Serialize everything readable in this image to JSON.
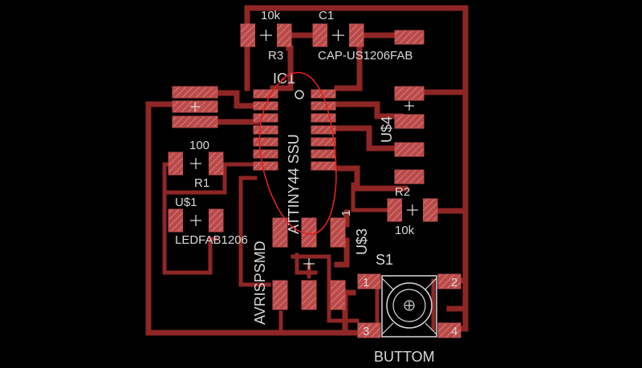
{
  "labels": {
    "r3_value": "10k",
    "r3_name": "R3",
    "c1_name": "C1",
    "c1_package": "CAP-US1206FAB",
    "ic1_name": "IC1",
    "ic1_part": "ATTINY44 SSU",
    "r1_value": "100",
    "r1_name": "R1",
    "led_name": "U$1",
    "led_package": "LEDFAB1206",
    "u4_name": "U$4",
    "r2_name": "R2",
    "r2_value": "10k",
    "isp_name": "AVRISPSMD",
    "u3_name": "U$3",
    "pin_one": "1",
    "s1_name": "S1",
    "s1_value": "BUTTOM",
    "btn_pin1": "1",
    "btn_pin2": "2",
    "btn_pin3": "3",
    "btn_pin4": "4"
  },
  "colors": {
    "background": "#000000",
    "trace": "#8f2626",
    "pad": "#c45050",
    "label": "#d9d9d9",
    "annotation": "#e02020"
  }
}
